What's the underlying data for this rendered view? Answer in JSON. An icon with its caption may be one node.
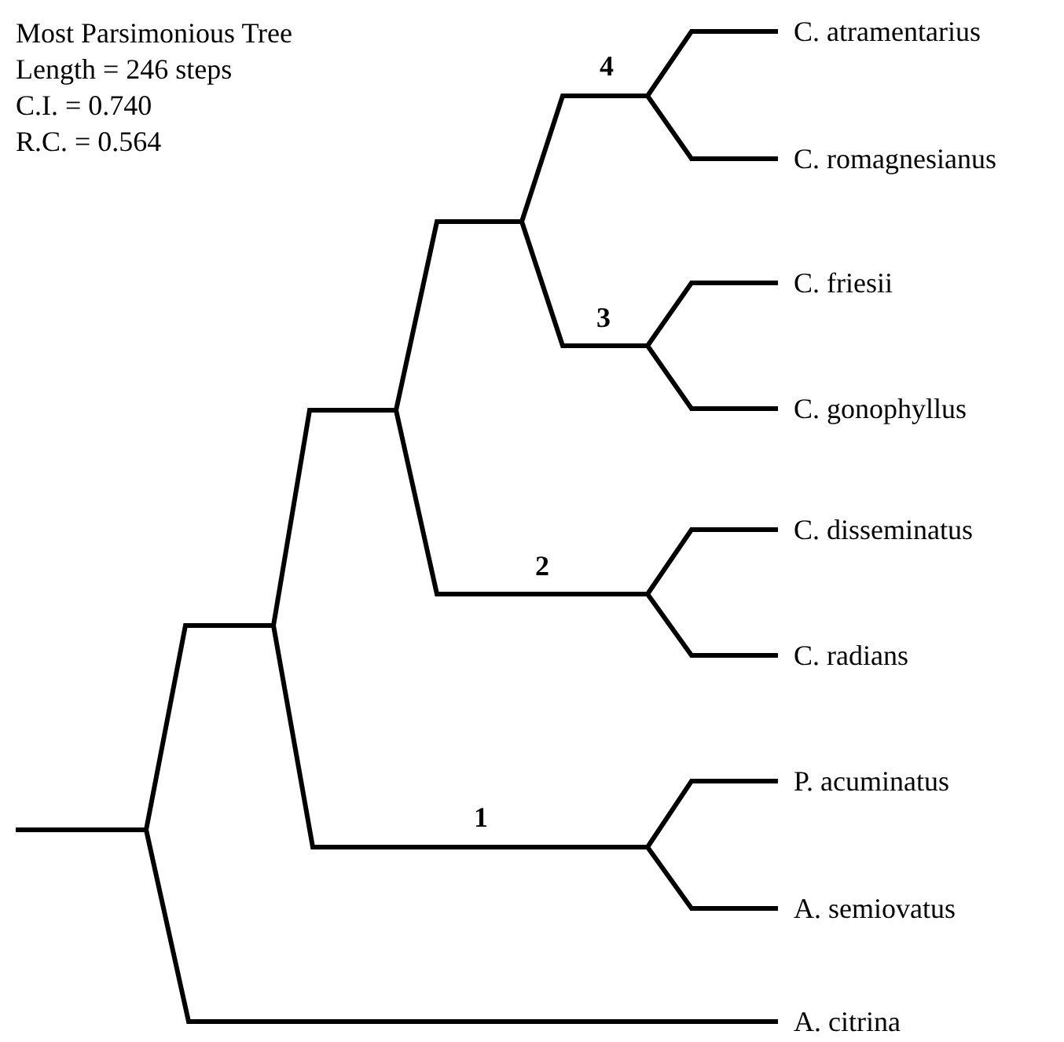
{
  "diagram": {
    "title": "Most Parsimonious Tree",
    "labels": [
      "Length = 246 steps",
      "C.I. = 0.740",
      "R.C. = 0.564",
      "4",
      "C. atramentarius",
      "C. romagnesianus",
      "C. friesii",
      "3",
      "C. gonophyllus",
      "C. disseminatus",
      "2",
      "C. radians",
      "P. acuminatus",
      "1",
      "A. semiovatus",
      "A. citrina"
    ]
  }
}
